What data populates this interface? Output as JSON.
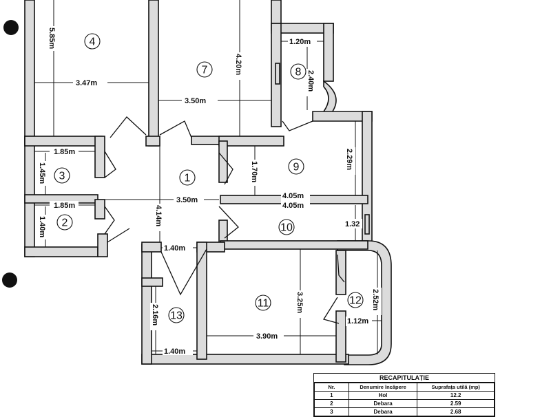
{
  "rooms": [
    {
      "id": "r1",
      "label": "1"
    },
    {
      "id": "r2",
      "label": "2"
    },
    {
      "id": "r3",
      "label": "3"
    },
    {
      "id": "r4",
      "label": "4"
    },
    {
      "id": "r7",
      "label": "7"
    },
    {
      "id": "r8",
      "label": "8"
    },
    {
      "id": "r9",
      "label": "9"
    },
    {
      "id": "r10",
      "label": "10"
    },
    {
      "id": "r11",
      "label": "11"
    },
    {
      "id": "r12",
      "label": "12"
    },
    {
      "id": "r13",
      "label": "13"
    }
  ],
  "dimensions": {
    "d_585": "5.85m",
    "d_347": "3.47m",
    "d_420": "4.20m",
    "d_350a": "3.50m",
    "d_120": "1.20m",
    "d_240": "2.40m",
    "d_185a": "1.85m",
    "d_145": "1.45m",
    "d_185b": "1.85m",
    "d_140a": "1.40m",
    "d_350b": "3.50m",
    "d_414": "4.14m",
    "d_170": "1.70m",
    "d_229": "2.29m",
    "d_405a": "4.05m",
    "d_405b": "4.05m",
    "d_132": "1.32",
    "d_140b": "1.40m",
    "d_325": "3.25m",
    "d_252": "2.52m",
    "d_112": "1.12m",
    "d_216": "2.16m",
    "d_390": "3.90m",
    "d_140c": "1.40m"
  },
  "recap": {
    "title": "RECAPITULAȚIE",
    "headers": [
      "Nr.",
      "Denumire încăpere",
      "Suprafața utilă (mp)"
    ],
    "rows": [
      [
        "1",
        "Hol",
        "12.2"
      ],
      [
        "2",
        "Debara",
        "2.59"
      ],
      [
        "3",
        "Debara",
        "2.68"
      ]
    ]
  }
}
